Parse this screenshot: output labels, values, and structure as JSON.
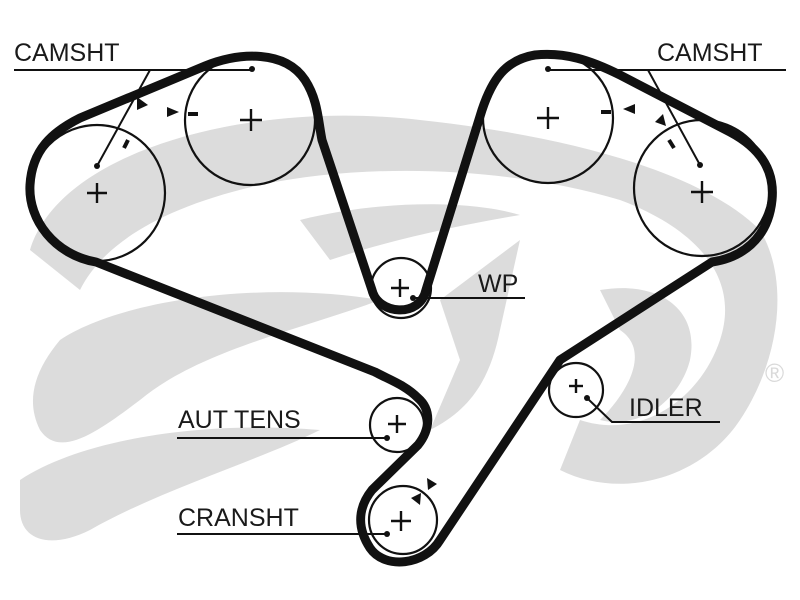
{
  "diagram": {
    "title": "Timing belt routing diagram",
    "brand_watermark": "Gates",
    "registered_mark": "®",
    "colors": {
      "belt": "#111111",
      "watermark": "#dcdcdc",
      "background": "#ffffff"
    },
    "labels": {
      "camshaft_left": "CAMSHT",
      "camshaft_right": "CAMSHT",
      "water_pump": "WP",
      "auto_tensioner": "AUT TENS",
      "idler": "IDLER",
      "crankshaft": "CRANSHT"
    },
    "components": [
      {
        "id": "camshaft-left-outer",
        "label_ref": "camshaft_left",
        "type": "pulley",
        "timing_marks": true
      },
      {
        "id": "camshaft-left-inner",
        "label_ref": "camshaft_left",
        "type": "pulley",
        "timing_marks": true
      },
      {
        "id": "camshaft-right-inner",
        "label_ref": "camshaft_right",
        "type": "pulley",
        "timing_marks": true
      },
      {
        "id": "camshaft-right-outer",
        "label_ref": "camshaft_right",
        "type": "pulley",
        "timing_marks": true
      },
      {
        "id": "water-pump",
        "label_ref": "water_pump",
        "type": "pulley",
        "timing_marks": false
      },
      {
        "id": "auto-tensioner",
        "label_ref": "auto_tensioner",
        "type": "pulley",
        "timing_marks": false
      },
      {
        "id": "idler",
        "label_ref": "idler",
        "type": "pulley",
        "timing_marks": false
      },
      {
        "id": "crankshaft",
        "label_ref": "crankshaft",
        "type": "pulley",
        "timing_marks": true
      }
    ]
  }
}
